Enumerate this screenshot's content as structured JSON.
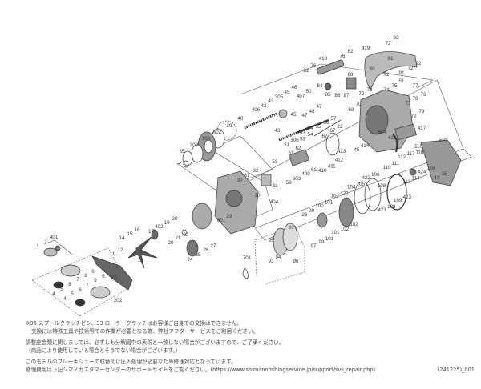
{
  "diagram": {
    "labels": [
      "92",
      "72",
      "419",
      "76",
      "82",
      "418",
      "76",
      "82",
      "91",
      "92",
      "72",
      "90",
      "72",
      "91",
      "88",
      "84",
      "85",
      "86",
      "87",
      "51",
      "75",
      "77",
      "74",
      "76",
      "78",
      "73",
      "72",
      "72",
      "79",
      "72",
      "70",
      "69",
      "50",
      "407",
      "47",
      "48",
      "47",
      "56",
      "57",
      "55",
      "54",
      "53",
      "22",
      "67",
      "67",
      "604",
      "416",
      "417",
      "414",
      "45",
      "118",
      "46",
      "45",
      "305",
      "43",
      "42",
      "406",
      "45",
      "43",
      "40",
      "39",
      "602",
      "303",
      "302",
      "35",
      "306",
      "51",
      "53",
      "54",
      "413",
      "62",
      "61",
      "58",
      "58",
      "603",
      "409",
      "61",
      "410",
      "411",
      "412",
      "32",
      "31",
      "30",
      "33",
      "30",
      "404",
      "425",
      "118",
      "117",
      "112",
      "111",
      "110",
      "116",
      "424",
      "114",
      "113",
      "14",
      "15",
      "106",
      "422",
      "108",
      "104",
      "105",
      "423",
      "109",
      "108",
      "421",
      "420",
      "102",
      "101",
      "100",
      "99",
      "26",
      "102",
      "102",
      "101",
      "101",
      "98",
      "97",
      "93",
      "95",
      "94",
      "93",
      "96",
      "701",
      "29",
      "601",
      "27",
      "26",
      "25",
      "24",
      "22",
      "20",
      "19",
      "402",
      "17",
      "21",
      "20",
      "16",
      "15",
      "14",
      "12",
      "11",
      "13",
      "401",
      "2",
      "1",
      "6",
      "8",
      "7",
      "8",
      "5",
      "4",
      "6",
      "201",
      "9",
      "7",
      "6",
      "5",
      "4",
      "202"
    ]
  },
  "notes": {
    "line1": "※95 スプールクラッチピン、33 ローラークラッチはお客様ご自身での交換はできません。",
    "line2": "交換には特殊工具や技術等での作業が必要となる為、弊社アフターサービスをご利用ください。",
    "line3": "調整座金類に関しましては、必ずしも分解図中の表現と一致しない場合がございますので、ご了承ください。",
    "line4": "（商品により使用している場合とそうでない場合がございます。）",
    "line5": "このモデルのブレーキシューの取替えは圧入処理が必要なため修理対応となっています。",
    "line6": "修理費用は下記シマノカスタマーセンターのサポートサイトをご覧ください。(https://www.shimanofishingservice.jp/support/svs_repair.php)",
    "code": "(241225)_001"
  }
}
